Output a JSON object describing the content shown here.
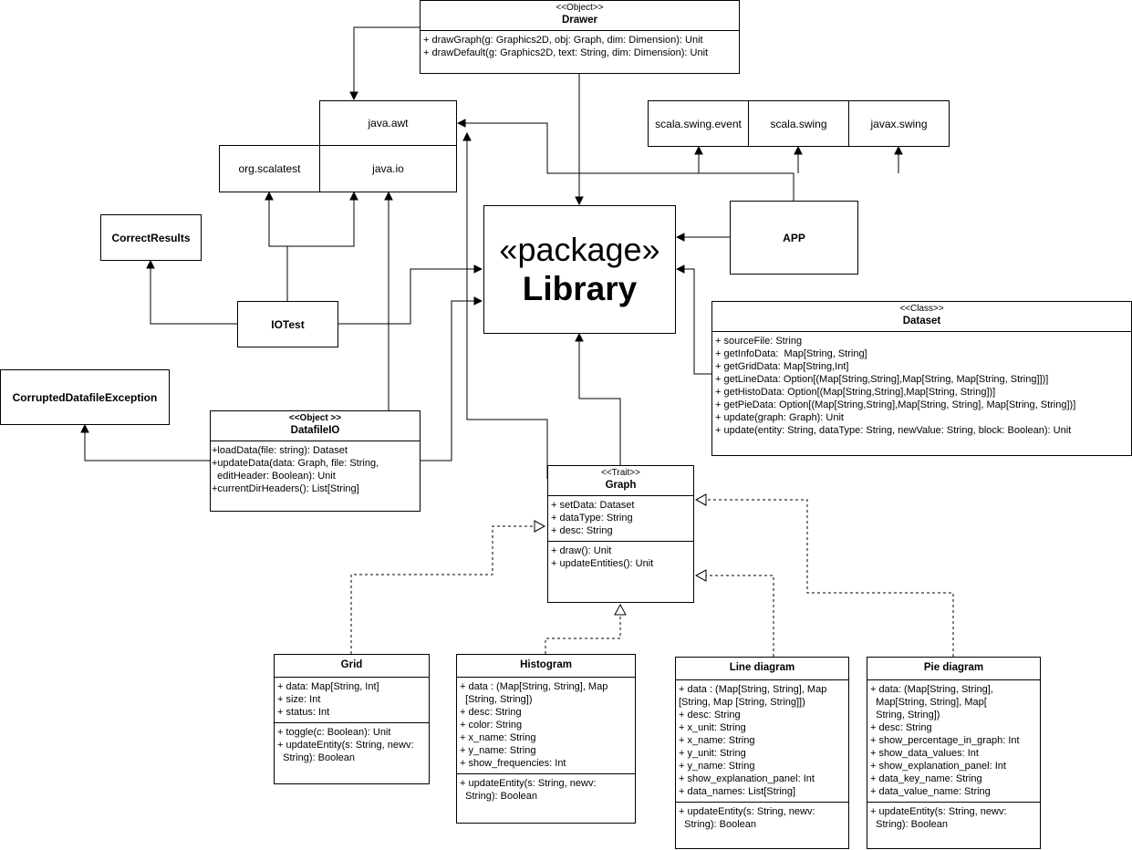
{
  "packages": {
    "java_awt": "java.awt",
    "org_scalatest": "org.scalatest",
    "java_io": "java.io",
    "scala_swing_event": "scala.swing.event",
    "scala_swing": "scala.swing",
    "javax_swing": "javax.swing",
    "library_stereotype": "«package»",
    "library_name": "Library"
  },
  "simple": {
    "correct_results": "CorrectResults",
    "io_test": "IOTest",
    "corrupted_exception": "CorruptedDatafileException",
    "app": "APP"
  },
  "drawer": {
    "stereotype": "<<Object>>",
    "name": "Drawer",
    "methods": [
      "+ drawGraph(g: Graphics2D, obj: Graph, dim: Dimension): Unit",
      "+ drawDefault(g: Graphics2D, text: String, dim: Dimension): Unit"
    ]
  },
  "dataset": {
    "stereotype": "<<Class>>",
    "name": "Dataset",
    "members": [
      "+ sourceFile: String",
      "+ getInfoData:  Map[String, String]",
      "+ getGridData: Map[String,Int]",
      "+ getLineData: Option[(Map[String,String],Map[String, Map[String, String]])]",
      "+ getHistoData: Option[(Map[String,String],Map[String, String])]",
      "+ getPieData: Option[(Map[String,String],Map[String, String], Map[String, String])]",
      "+ update(graph: Graph): Unit",
      "+ update(entity: String, dataType: String, newValue: String, block: Boolean): Unit"
    ]
  },
  "datafile_io": {
    "stereotype": "<<Object >>",
    "name": "DatafileIO",
    "methods": [
      "+loadData(file: string): Dataset",
      "+updateData(data: Graph, file: String,\n  editHeader: Boolean): Unit",
      "+currentDirHeaders(): List[String]"
    ]
  },
  "graph": {
    "stereotype": "<<Trait>>",
    "name": "Graph",
    "attributes": [
      "+ setData: Dataset",
      "+ dataType: String",
      "+ desc: String"
    ],
    "methods": [
      "+ draw(): Unit",
      "+ updateEntities(): Unit"
    ]
  },
  "grid": {
    "name": "Grid",
    "attributes": [
      "+ data: Map[String, Int]",
      "+ size: Int",
      "+ status: Int"
    ],
    "methods": [
      "+ toggle(c: Boolean): Unit",
      "+ updateEntity(s: String, newv:\n  String): Boolean"
    ]
  },
  "histogram": {
    "name": "Histogram",
    "attributes": [
      "+ data : (Map[String, String], Map\n  [String, String])",
      "+ desc: String",
      "+ color: String",
      "+ x_name: String",
      "+ y_name: String",
      "+ show_frequencies: Int"
    ],
    "methods": [
      "+ updateEntity(s: String, newv:\n  String): Boolean"
    ]
  },
  "line_diagram": {
    "name": "Line diagram",
    "attributes": [
      "+ data : (Map[String, String], Map\n[String, Map [String, String]])",
      "+ desc: String",
      "+ x_unit: String",
      "+ x_name: String",
      "+ y_unit: String",
      "+ y_name: String",
      "+ show_explanation_panel: Int",
      "+ data_names: List[String]"
    ],
    "methods": [
      "+ updateEntity(s: String, newv:\n  String): Boolean"
    ]
  },
  "pie_diagram": {
    "name": "Pie diagram",
    "attributes": [
      "+ data: (Map[String, String],\n  Map[String, String], Map[\n  String, String])",
      "+ desc: String",
      "+ show_percentage_in_graph: Int",
      "+ show_data_values: Int",
      "+ show_explanation_panel: Int",
      "+ data_key_name: String",
      "+ data_value_name: String"
    ],
    "methods": [
      "+ updateEntity(s: String, newv:\n  String): Boolean"
    ]
  }
}
